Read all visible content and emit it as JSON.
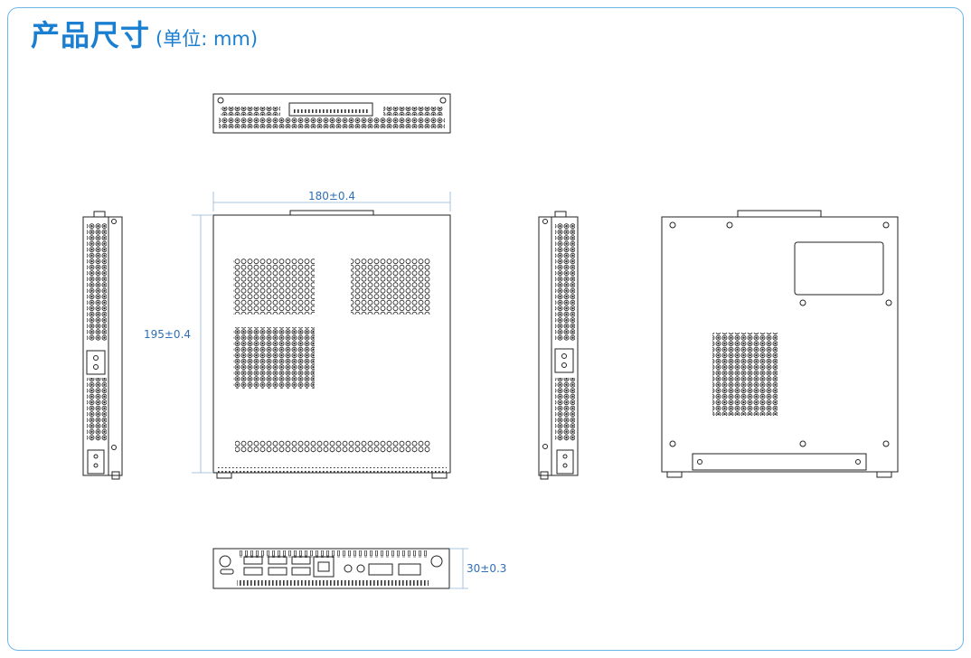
{
  "title": {
    "main": "产品尺寸",
    "unit": "(单位: mm)"
  },
  "dimensions": {
    "width": "180±0.4",
    "depth": "195±0.4",
    "height": "30±0.3"
  },
  "colors": {
    "accent": "#1a7fd0",
    "border": "#6fb6e6",
    "dimension": "#2f6fb5",
    "line": "#222222"
  }
}
